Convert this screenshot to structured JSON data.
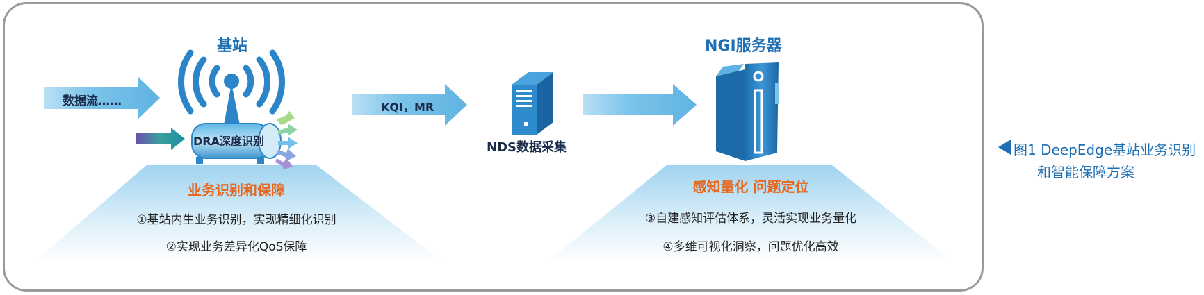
{
  "base_station": {
    "title": "基站",
    "data_flow_label": "数据流……",
    "dra_label": "DRA深度识别",
    "section_title": "业务识别和保障",
    "bullets": [
      "①基站内生业务识别，实现精细化识别",
      "②实现业务差异化QoS保障"
    ]
  },
  "nds": {
    "arrow_label": "KQI，MR",
    "label": "NDS数据采集"
  },
  "ngi": {
    "title": "NGI服务器",
    "section_title": "感知量化  问题定位",
    "bullets": [
      "③自建感知评估体系，灵活实现业务量化",
      "④多维可视化洞察，问题优化高效"
    ]
  },
  "caption": {
    "line1": "图1  DeepEdge基站业务识别",
    "line2": "和智能保障方案"
  },
  "colors": {
    "accent_blue": "#1e6fb3",
    "arrow_blue": "#6cbde8",
    "orange": "#e8661c",
    "frame_gray": "#9a9a9a"
  }
}
